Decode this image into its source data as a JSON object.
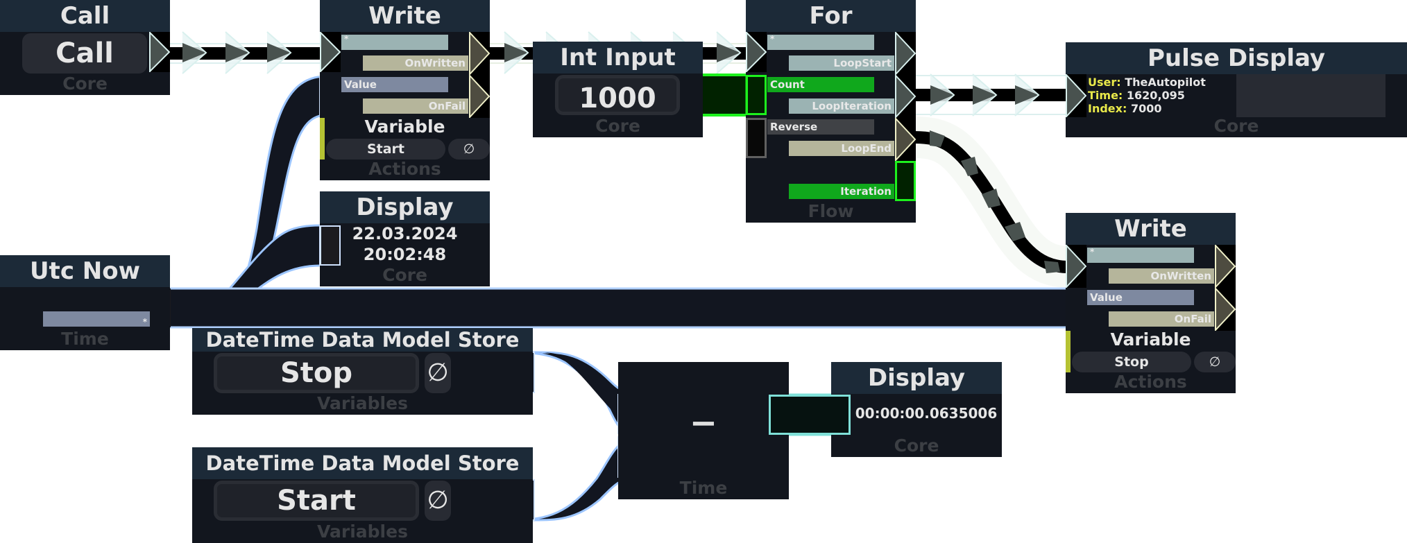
{
  "canvas": {
    "background": "#ffffff"
  },
  "colors": {
    "node_body": "#12161e",
    "node_header": "#1c2a38",
    "exec_pin": "#9bb3b3",
    "output_exec_pin": "#b5b59b",
    "value_pin": "#7e89a0",
    "int_pin": "#10a81c",
    "bool_pin": "#404246",
    "accent_yellow": "#b5c233",
    "label_yellow": "#e9e94a",
    "category_text": "#3c3f44"
  },
  "nodes": {
    "call": {
      "title": "Call",
      "button_label": "Call",
      "category": "Core"
    },
    "write_top": {
      "title": "Write",
      "pins": {
        "exec_in": "*",
        "on_written": "OnWritten",
        "value": "Value",
        "on_fail": "OnFail"
      },
      "variable_label": "Variable",
      "variable_value": "Start",
      "null_symbol": "∅",
      "category": "Actions"
    },
    "int_input": {
      "title": "Int Input",
      "value": "1000",
      "category": "Core"
    },
    "for": {
      "title": "For",
      "pins": {
        "exec_in": "*",
        "loop_start": "LoopStart",
        "count": "Count",
        "loop_iteration": "LoopIteration",
        "reverse": "Reverse",
        "loop_end": "LoopEnd",
        "iteration": "Iteration"
      },
      "category": "Flow"
    },
    "pulse_display": {
      "title": "Pulse Display",
      "lines": [
        {
          "key": "User:",
          "value": "TheAutopilot"
        },
        {
          "key": "Time:",
          "value": "1620,095"
        },
        {
          "key": "Index:",
          "value": "7000"
        }
      ],
      "category": "Core"
    },
    "display_datetime": {
      "title": "Display",
      "line1": "22.03.2024",
      "line2": "20:02:48",
      "category": "Core"
    },
    "utc_now": {
      "title": "Utc Now",
      "output_pin": "*",
      "category": "Time"
    },
    "write_right": {
      "title": "Write",
      "pins": {
        "exec_in": "*",
        "on_written": "OnWritten",
        "value": "Value",
        "on_fail": "OnFail"
      },
      "variable_label": "Variable",
      "variable_value": "Stop",
      "null_symbol": "∅",
      "category": "Actions"
    },
    "store_stop": {
      "title": "DateTime Data Model Store",
      "value": "Stop",
      "null_symbol": "∅",
      "category": "Variables"
    },
    "store_start": {
      "title": "DateTime Data Model Store",
      "value": "Start",
      "null_symbol": "∅",
      "category": "Variables"
    },
    "subtract": {
      "symbol": "−",
      "category": "Time"
    },
    "display_timespan": {
      "title": "Display",
      "value": "00:00:00.0635006",
      "category": "Core"
    }
  }
}
